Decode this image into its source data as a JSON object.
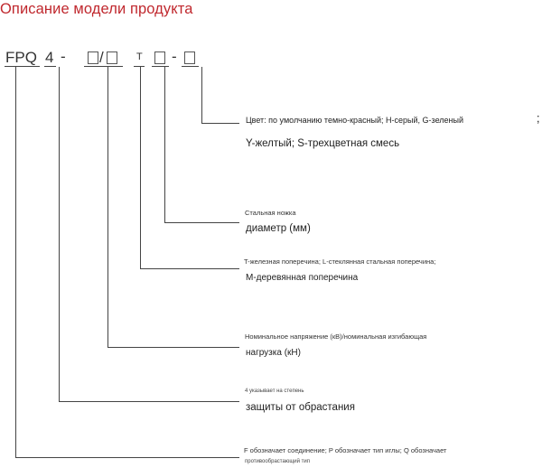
{
  "heading": "Описание модели продукта",
  "code": {
    "fpq": "FPQ",
    "num": "4",
    "dash1": "-",
    "slash": "/",
    "t": "T",
    "dash2": "-"
  },
  "labels": {
    "color_line1": "Цвет: по умолчанию темно-красный; H-серый, G-зеленый",
    "color_semicolon": ";",
    "color_line2": "Y-желтый; S-трехцветная смесь",
    "foot_line1": "Стальная ножка",
    "foot_line2": "диаметр (мм)",
    "cross_line1": "T-железная поперечина; L-стеклянная стальная поперечина;",
    "cross_line2": "M-деревянная поперечина",
    "rating_line1": "Номинальное напряжение (кВ)/номинальная изгибающая",
    "rating_line2": "нагрузка (кН)",
    "pollution_line1": "4 указывает на степень",
    "pollution_line2": "защиты от обрастания",
    "type_line1": "F обозначает соединение; P обозначает тип иглы; Q обозначает",
    "type_line2": "противообрастающий тип"
  }
}
